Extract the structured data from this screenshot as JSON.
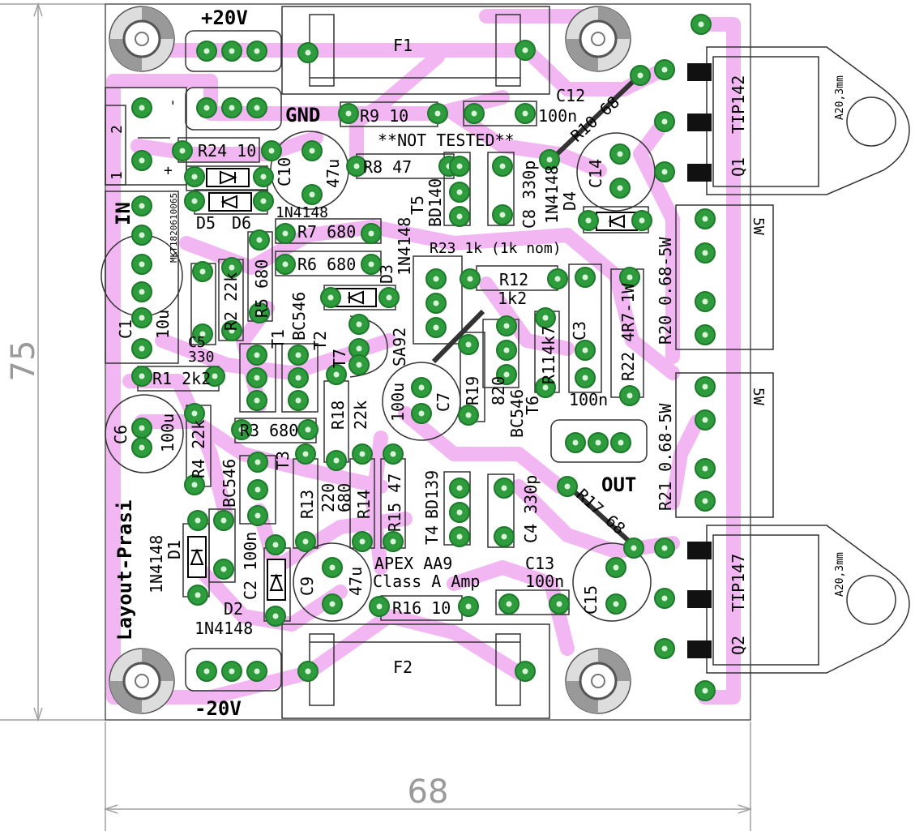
{
  "dimensions": {
    "width_label": "68",
    "height_label": "75"
  },
  "connectors": {
    "plus20": "+20V",
    "minus20": "-20V",
    "gnd": "GND",
    "out": "OUT",
    "in": "IN",
    "in_pins": [
      "2",
      "1"
    ],
    "in_signs": [
      "-",
      "+"
    ]
  },
  "fuses": {
    "f1": "F1",
    "f2": "F2"
  },
  "notes": {
    "not_tested": "**NOT TESTED**",
    "title": "APEX AA9",
    "subtitle": "Class A Amp",
    "layout": "Layout-Prasi",
    "cap_id": "MKT1820610065",
    "heatsink1": "A20,3mm",
    "heatsink2": "A20,3mm"
  },
  "transistors": {
    "q1": "Q1",
    "q1_type": "TIP142",
    "q2": "Q2",
    "q2_type": "TIP147",
    "t1": "T1",
    "t1_type": "BC546",
    "t2": "T2",
    "t2_type": "BC546",
    "t3": "T3",
    "t3_type": "BC546",
    "t4": "T4",
    "t4_type": "BD139",
    "t5": "T5",
    "t5_type": "BD140",
    "t6": "T6",
    "t6_type": "BC546",
    "t7": "T7",
    "t7_type": "SA92"
  },
  "resistors": {
    "r1": "R1 2k2",
    "r2": "R2 22k",
    "r3": "R3 680",
    "r4": "R4 22k",
    "r5": "R5 680",
    "r6": "R6 680",
    "r7": "R7 680",
    "r8": "R8  47",
    "r9": "R9  10",
    "r10": "R10 68",
    "r11": "R114k7",
    "r12": "R12",
    "r12_val": "1k2",
    "r13": "R13",
    "r13_val": "220",
    "r14": "R14",
    "r14_val": "680",
    "r15": "R15 47",
    "r16": "R16 10",
    "r17": "R17 68",
    "r18": "R18",
    "r18_val": "22k",
    "r19": "R19",
    "r19_val": "820",
    "r20": "R20  0.68-5W",
    "r21": "R21  0.68-5W",
    "r22": "R22  4R7-1W",
    "r23": "R23 1k (1k nom)",
    "r24": "R24 10",
    "w5a": "5W",
    "w5b": "5W"
  },
  "capacitors": {
    "c1": "C1",
    "c1_val": "10u",
    "c2": "C2 100n",
    "c3": "C3",
    "c3_val": "100n",
    "c4": "C4  330p",
    "c5": "C5",
    "c5_val": "330",
    "c6": "C6",
    "c6_val": "100u",
    "c7": "C7",
    "c7_val": "100u",
    "c8": "C8  330p",
    "c9": "C9",
    "c9_val": "47u",
    "c10": "C10",
    "c10_val": "47u",
    "c12": "C12",
    "c12_val": "100n",
    "c13": "C13",
    "c13_val": "100n",
    "c14": "C14",
    "c15": "C15"
  },
  "diodes": {
    "d1": "D1",
    "d1_type": "1N4148",
    "d2": "D2",
    "d2_type": "1N4148",
    "d3": "D3",
    "d3_type": "1N4148",
    "d4": "D4",
    "d4_type": "1N4148",
    "d5": "D5",
    "d6": "D6",
    "d56_type": "1N4148"
  }
}
